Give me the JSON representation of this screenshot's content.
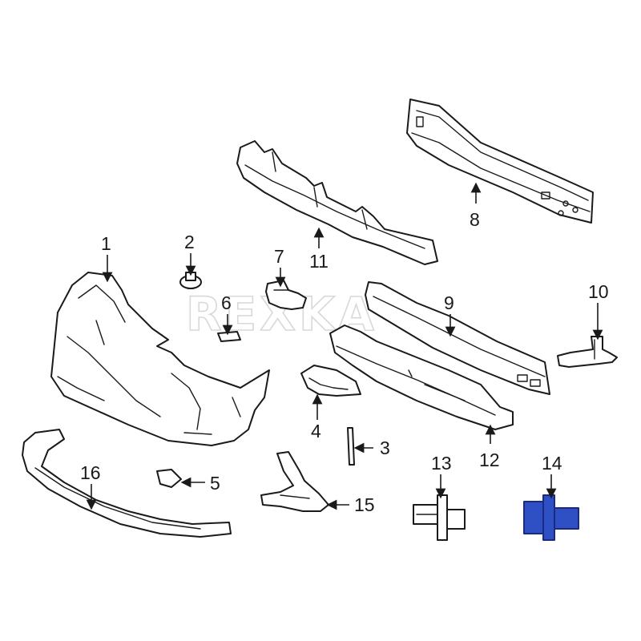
{
  "watermark": "REXKA",
  "highlight_color": "#2f4fc4",
  "callouts": [
    {
      "id": "1",
      "label": "1"
    },
    {
      "id": "2",
      "label": "2"
    },
    {
      "id": "3",
      "label": "3"
    },
    {
      "id": "4",
      "label": "4"
    },
    {
      "id": "5",
      "label": "5"
    },
    {
      "id": "6",
      "label": "6"
    },
    {
      "id": "7",
      "label": "7"
    },
    {
      "id": "8",
      "label": "8"
    },
    {
      "id": "9",
      "label": "9"
    },
    {
      "id": "10",
      "label": "10"
    },
    {
      "id": "11",
      "label": "11"
    },
    {
      "id": "12",
      "label": "12"
    },
    {
      "id": "13",
      "label": "13"
    },
    {
      "id": "14",
      "label": "14"
    },
    {
      "id": "15",
      "label": "15"
    },
    {
      "id": "16",
      "label": "16"
    }
  ],
  "highlighted_part": "14"
}
